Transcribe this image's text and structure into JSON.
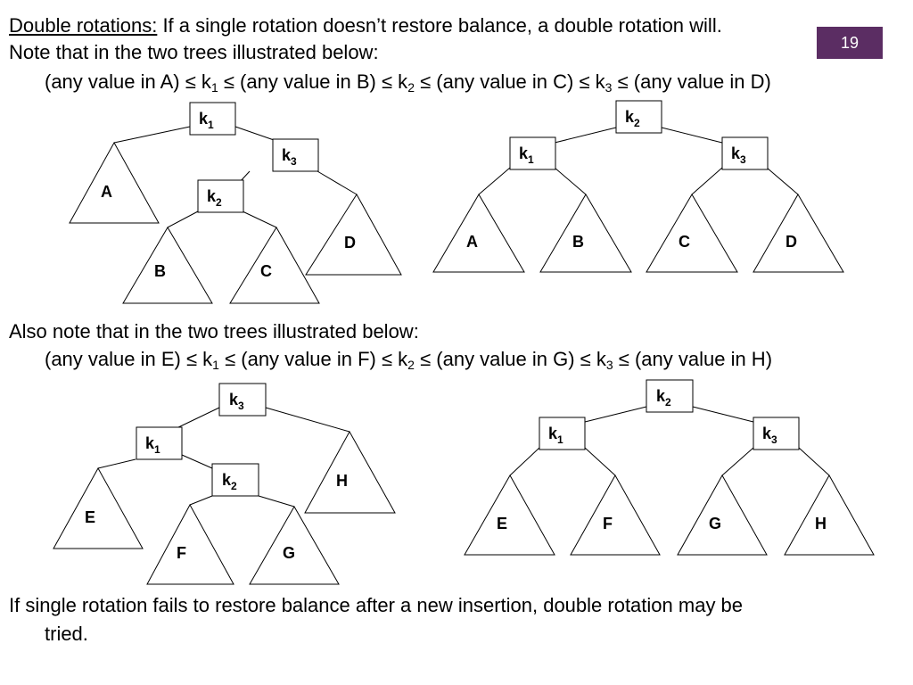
{
  "slide_number": "19",
  "accent_color": "#5b2d63",
  "heading": {
    "title": "Double rotations:",
    "rest": " If a single rotation doesn’t restore balance, a double rotation will."
  },
  "intro_line": "Note that in the two trees illustrated below:",
  "order_line_1": {
    "p1": "(any value in A) ≤ k",
    "s1": "1",
    "p2": " ≤ (any value in B) ≤ k",
    "s2": "2",
    "p3": " ≤ (any value in C) ≤ k",
    "s3": "3",
    "p4": " ≤ (any value in D)"
  },
  "also_line": "Also note that in the two trees illustrated below:",
  "order_line_2": {
    "p1": "(any value in E) ≤ k",
    "s1": "1",
    "p2": " ≤ (any value in F) ≤ k",
    "s2": "2",
    "p3": " ≤ (any value in G) ≤ k",
    "s3": "3",
    "p4": " ≤ (any value in H)"
  },
  "footer": {
    "line1": "If single rotation fails to restore balance after a new insertion, double rotation may be",
    "line2": "tried."
  },
  "trees": {
    "t1": {
      "n1": {
        "k": "k",
        "sub": "1"
      },
      "n2": {
        "k": "k",
        "sub": "3"
      },
      "n3": {
        "k": "k",
        "sub": "2"
      },
      "s1": "A",
      "s2": "B",
      "s3": "C",
      "s4": "D"
    },
    "t2": {
      "n1": {
        "k": "k",
        "sub": "2"
      },
      "n2": {
        "k": "k",
        "sub": "1"
      },
      "n3": {
        "k": "k",
        "sub": "3"
      },
      "s1": "A",
      "s2": "B",
      "s3": "C",
      "s4": "D"
    },
    "t3": {
      "n1": {
        "k": "k",
        "sub": "3"
      },
      "n2": {
        "k": "k",
        "sub": "1"
      },
      "n3": {
        "k": "k",
        "sub": "2"
      },
      "s1": "E",
      "s2": "F",
      "s3": "G",
      "s4": "H"
    },
    "t4": {
      "n1": {
        "k": "k",
        "sub": "2"
      },
      "n2": {
        "k": "k",
        "sub": "1"
      },
      "n3": {
        "k": "k",
        "sub": "3"
      },
      "s1": "E",
      "s2": "F",
      "s3": "G",
      "s4": "H"
    }
  }
}
